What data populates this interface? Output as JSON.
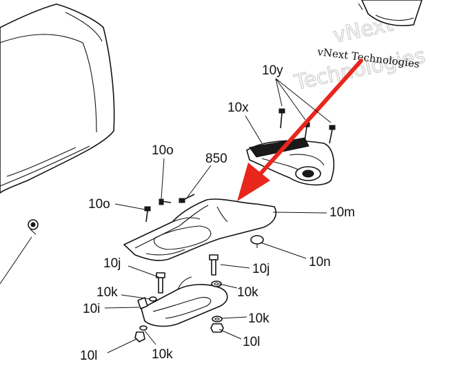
{
  "watermark": {
    "brand_top": "vNext",
    "brand_bottom": "Technologies",
    "caption": "vNext Technologies",
    "left_fragment_top": "gies",
    "left_fragment_bottom": "ogies"
  },
  "callouts": [
    {
      "id": "10y",
      "label": "10y"
    },
    {
      "id": "10x",
      "label": "10x"
    },
    {
      "id": "10o-upper",
      "label": "10o"
    },
    {
      "id": "850",
      "label": "850"
    },
    {
      "id": "10o-left",
      "label": "10o"
    },
    {
      "id": "10m",
      "label": "10m"
    },
    {
      "id": "10n",
      "label": "10n"
    },
    {
      "id": "10j-left",
      "label": "10j"
    },
    {
      "id": "10j-right",
      "label": "10j"
    },
    {
      "id": "10k-upper-left",
      "label": "10k"
    },
    {
      "id": "10k-upper-right",
      "label": "10k"
    },
    {
      "id": "10i",
      "label": "10i"
    },
    {
      "id": "10k-lower-right",
      "label": "10k"
    },
    {
      "id": "10l-right",
      "label": "10l"
    },
    {
      "id": "10l-left",
      "label": "10l"
    },
    {
      "id": "10k-bottom",
      "label": "10k"
    }
  ],
  "arrow_color": "#e8261c"
}
